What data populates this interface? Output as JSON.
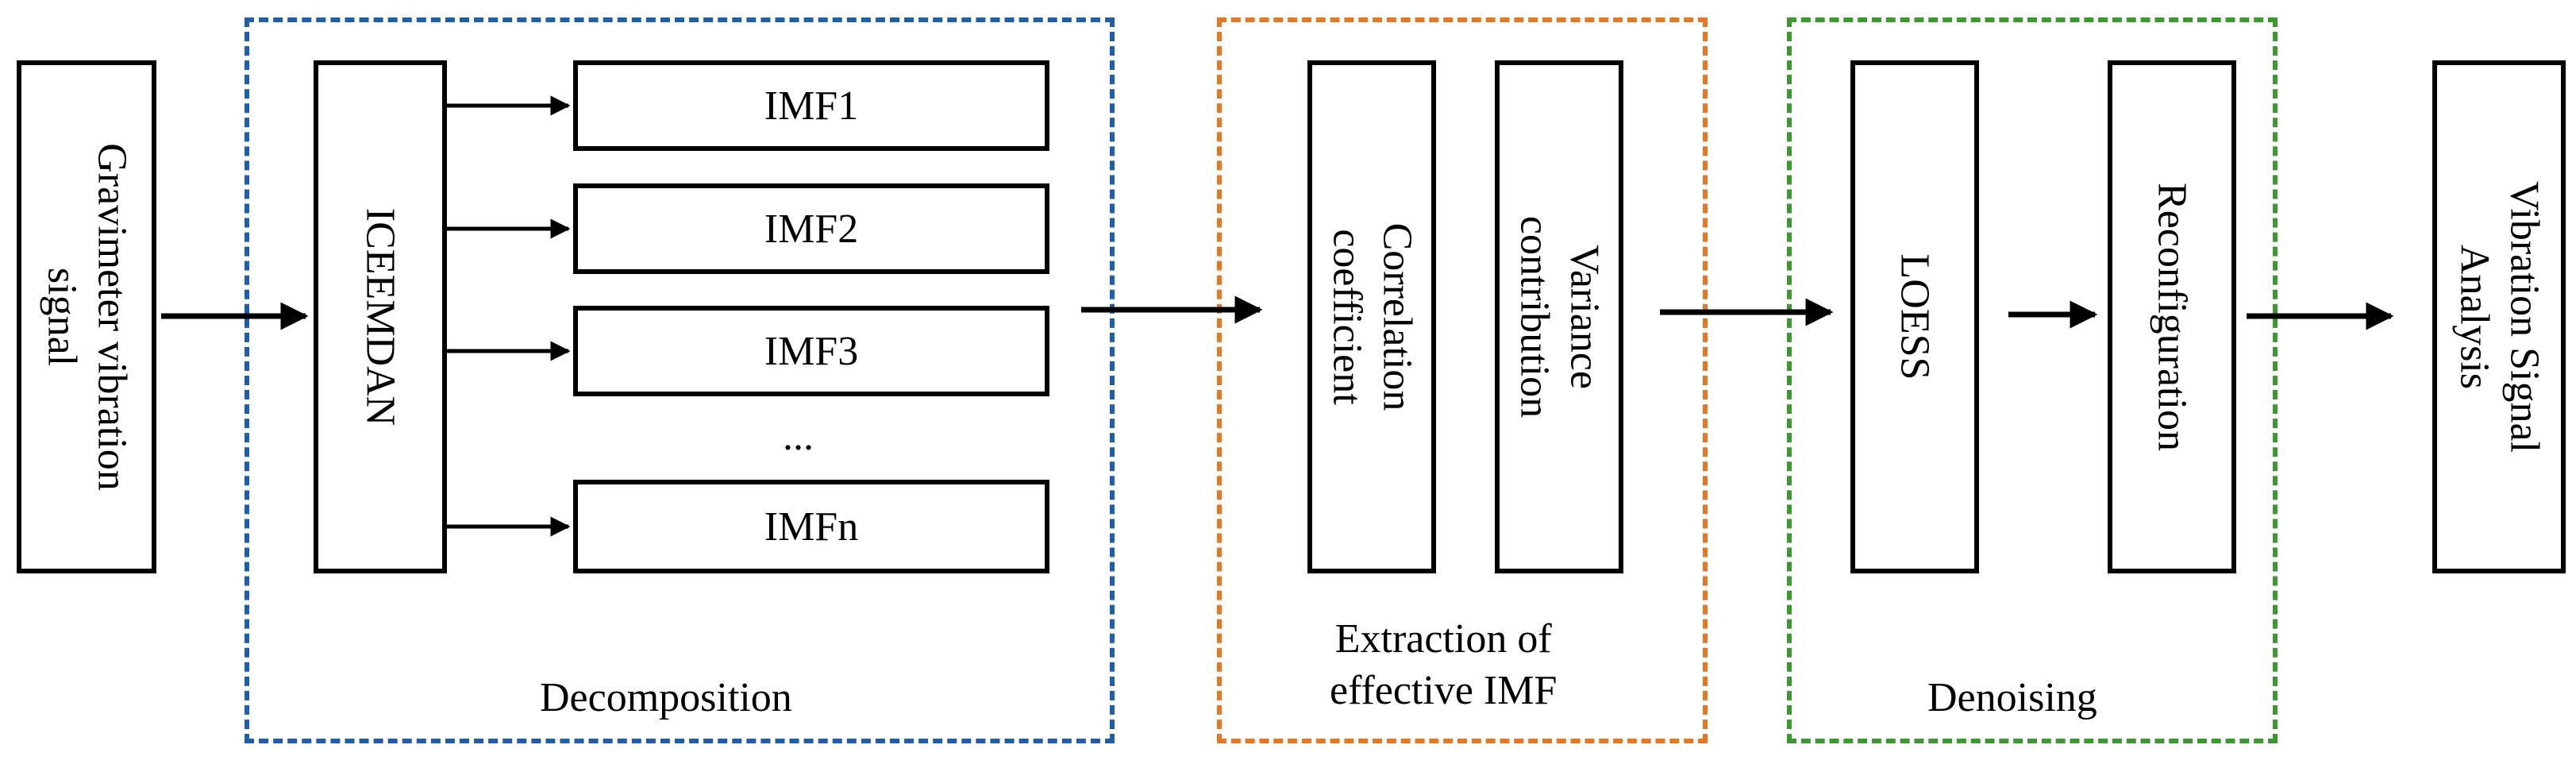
{
  "input_signal": {
    "line1": "Gravimeter vibration",
    "line2": "signal"
  },
  "decomposition": {
    "method": "ICEEMDAN",
    "imfs": [
      "IMF1",
      "IMF2",
      "IMF3",
      "IMFn"
    ],
    "ellipsis": "...",
    "label": "Decomposition",
    "color": "#1f5fa8"
  },
  "extraction": {
    "correlation": {
      "line1": "Correlation",
      "line2": "coefficient"
    },
    "variance": {
      "line1": "Variance",
      "line2": "contribution"
    },
    "label": {
      "line1": "Extraction of",
      "line2": "effective IMF"
    },
    "color": "#e87722"
  },
  "denoising": {
    "loess": "LOESS",
    "reconfiguration": "Reconfiguration",
    "label": "Denoising",
    "color": "#3a9a2e"
  },
  "output": {
    "line1": "Vibration Signal",
    "line2": "Analysis"
  }
}
